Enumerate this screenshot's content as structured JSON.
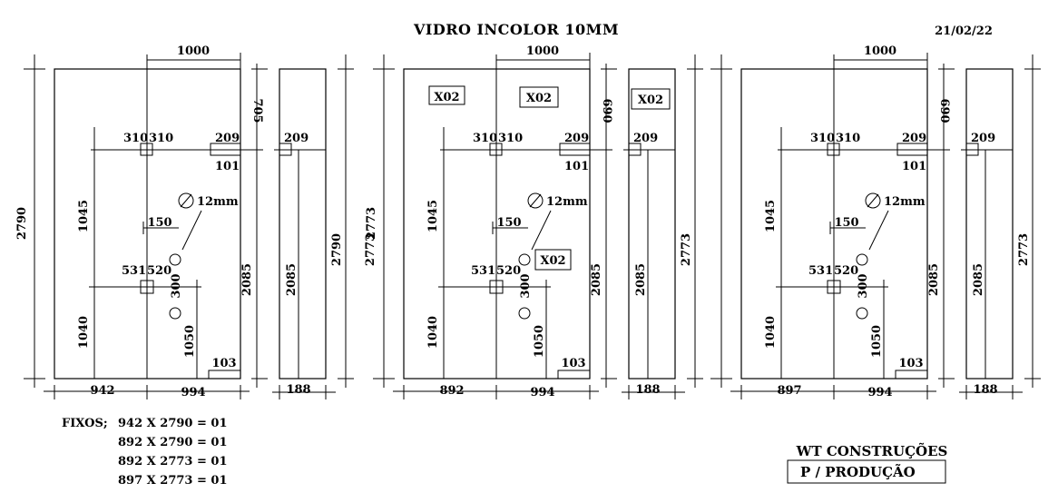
{
  "title": "VIDRO INCOLOR 10MM",
  "date": "21/02/22",
  "panels": [
    {
      "width_top": "1000",
      "height_left": "2790",
      "upper_offset": "705",
      "side_height_total": "2790",
      "hinge_top_left_a": "310",
      "hinge_top_left_b": "310",
      "hinge_top_right": "209",
      "hinge_top_right_below": "101",
      "side_piece_top": "209",
      "upper_vertical": "1045",
      "hole_label": "12mm",
      "hole_dim": "150",
      "mid_left_a": "531",
      "mid_left_b": "520",
      "hole_spacing": "300",
      "lower_vertical": "1040",
      "lower_right": "1050",
      "bottom_right": "103",
      "right_height": "2085",
      "side_height": "2085",
      "bottom_left": "942",
      "bottom_right_width": "994",
      "side_width": "188",
      "tags": []
    },
    {
      "width_top": "1000",
      "height_left": "2773",
      "upper_offset": "690",
      "side_height_total": "2773",
      "hinge_top_left_a": "310",
      "hinge_top_left_b": "310",
      "hinge_top_right": "209",
      "hinge_top_right_below": "101",
      "side_piece_top": "209",
      "upper_vertical": "1045",
      "hole_label": "12mm",
      "hole_dim": "150",
      "mid_left_a": "531",
      "mid_left_b": "520",
      "hole_spacing": "300",
      "lower_vertical": "1040",
      "lower_right": "1050",
      "bottom_right": "103",
      "right_height": "2085",
      "side_height": "2085",
      "bottom_left": "892",
      "bottom_right_width": "994",
      "side_width": "188",
      "tags": [
        "X02",
        "X02",
        "X02",
        "X02"
      ]
    },
    {
      "width_top": "1000",
      "height_left": "",
      "upper_offset": "690",
      "side_height_total": "2773",
      "hinge_top_left_a": "310",
      "hinge_top_left_b": "310",
      "hinge_top_right": "209",
      "hinge_top_right_below": "101",
      "side_piece_top": "209",
      "upper_vertical": "1045",
      "hole_label": "12mm",
      "hole_dim": "150",
      "mid_left_a": "531",
      "mid_left_b": "520",
      "hole_spacing": "300",
      "lower_vertical": "1040",
      "lower_right": "1050",
      "bottom_right": "103",
      "right_height": "2085",
      "side_height": "2085",
      "bottom_left": "897",
      "bottom_right_width": "994",
      "side_width": "188",
      "tags": []
    }
  ],
  "between_height": "2773",
  "notes": {
    "label": "FIXOS;",
    "lines": [
      "942 X 2790 = 01",
      "892 X 2790 = 01",
      "892 X 2773 = 01",
      "897 X 2773 = 01"
    ]
  },
  "company": "WT CONSTRUÇÕES",
  "stamp": "P / PRODUÇÃO"
}
